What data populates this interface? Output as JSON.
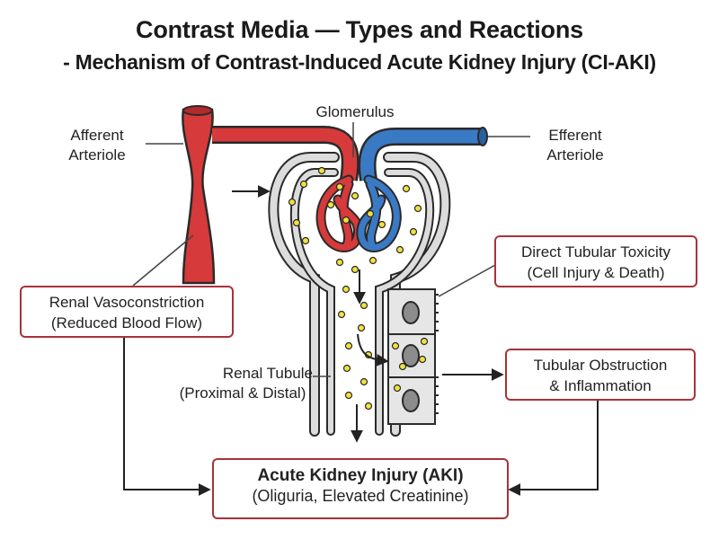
{
  "title": "Contrast Media — Types and Reactions",
  "subtitle": "- Mechanism of Contrast-Induced Acute Kidney Injury (CI-AKI)",
  "labels": {
    "afferent_1": "Afferent",
    "afferent_2": "Arteriole",
    "glomerulus": "Glomerulus",
    "efferent_1": "Efferent",
    "efferent_2": "Arteriole",
    "tubule_1": "Renal Tubule",
    "tubule_2": "(Proximal & Distal)"
  },
  "boxes": {
    "vasoconstriction": {
      "line1": "Renal Vasoconstriction",
      "line2": "(Reduced Blood Flow)"
    },
    "toxicity": {
      "line1": "Direct Tubular Toxicity",
      "line2": "(Cell Injury & Death)"
    },
    "obstruction": {
      "line1": "Tubular Obstruction",
      "line2": "& Inflammation"
    },
    "aki": {
      "line1": "Acute Kidney Injury (AKI)",
      "line2": "(Oliguria, Elevated Creatinine)"
    }
  },
  "colors": {
    "afferent_vessel": "#d63a3a",
    "efferent_vessel": "#3a7ac4",
    "contrast_particles": "#f2e23c",
    "box_border": "#a8323a",
    "tubule_wall": "#d9d9d9"
  },
  "icons": [
    "arrow-right-icon",
    "arrow-down-icon",
    "contrast-particle-icon",
    "tubular-cell-icon"
  ]
}
